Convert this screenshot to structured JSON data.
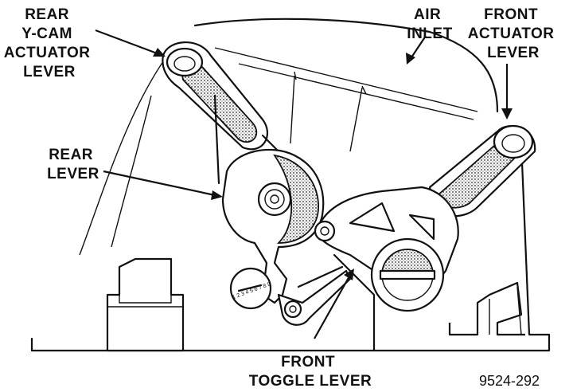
{
  "labels": {
    "rear_ycam_actuator_lever": [
      "REAR",
      "Y-CAM",
      "ACTUATOR",
      "LEVER"
    ],
    "air_inlet": [
      "AIR",
      "INLET"
    ],
    "front_actuator_lever": [
      "FRONT",
      "ACTUATOR",
      "LEVER"
    ],
    "rear_lever": [
      "REAR",
      "LEVER"
    ],
    "front_toggle_lever": [
      "FRONT",
      "TOGGLE LEVER"
    ]
  },
  "figure_number": "9524-292",
  "dial_digits": "1 2 3 4 5 6 7 8 9"
}
